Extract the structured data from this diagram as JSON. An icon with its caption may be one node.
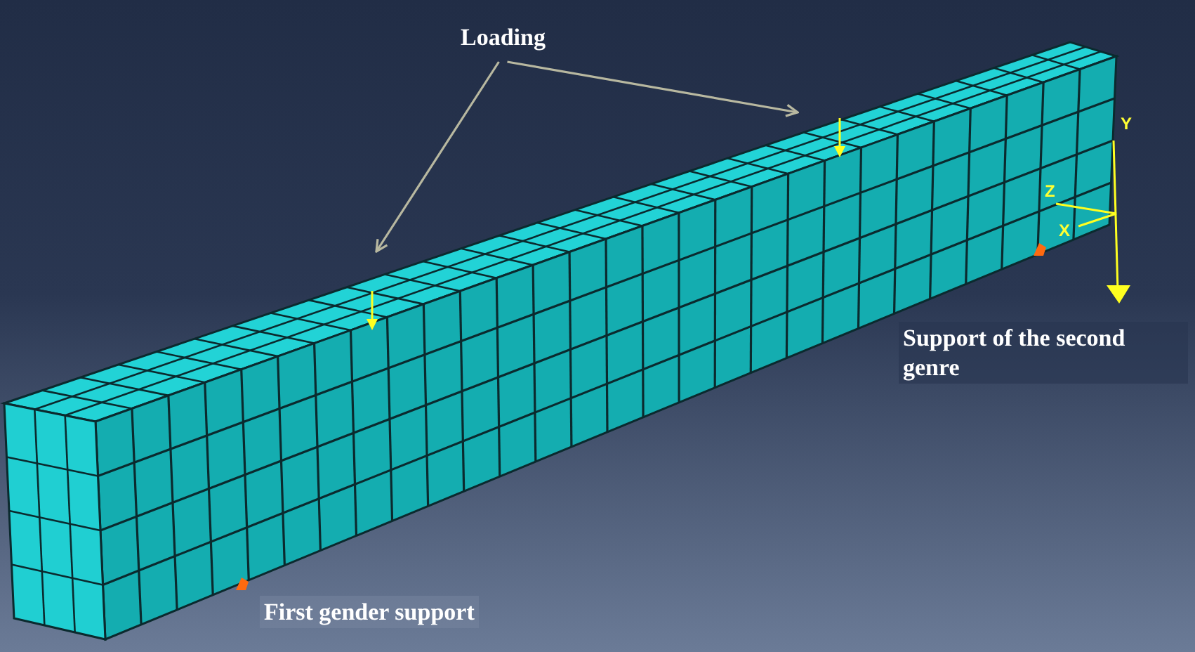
{
  "diagram": {
    "nodes": [
      {
        "text": [
          "Loading"
        ]
      },
      {
        "text": [],
        "shape": "picture"
      }
    ],
    "edges": [
      {
        "from": 0,
        "to": 1,
        "arrow": "to"
      },
      {
        "from": 0,
        "to": 1,
        "arrow": "to"
      }
    ],
    "labels": [
      "Y",
      "Z",
      "X",
      "Support of the second genre",
      "First gender support"
    ]
  }
}
